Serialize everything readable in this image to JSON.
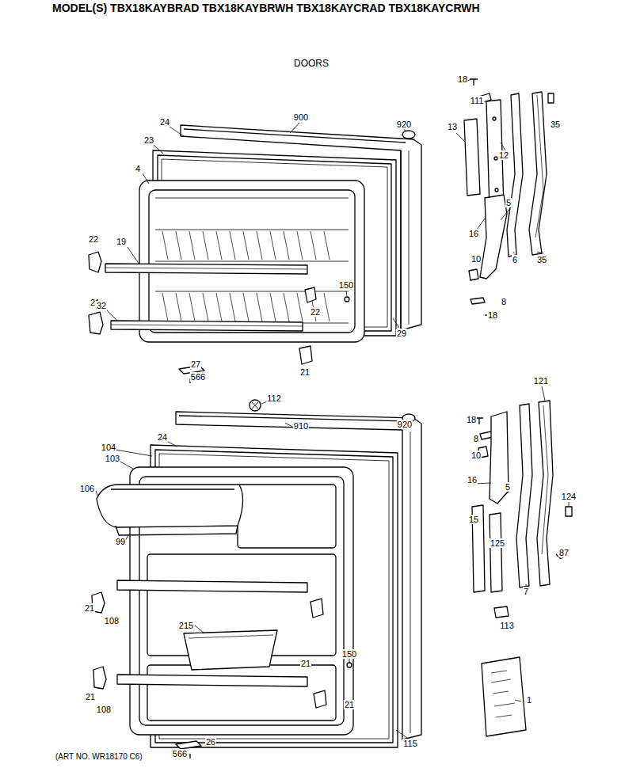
{
  "diagram": {
    "title": "MODEL(S) TBX18KAYBRAD TBX18KAYBRWH TBX18KAYCRAD TBX18KAYCRWH",
    "caption": "(ART NO. WR18170 C6)",
    "labels": [
      "DOORS",
      "900",
      "920",
      "24",
      "23",
      "4",
      "22",
      "19",
      "150",
      "22",
      "21",
      "32",
      "29",
      "27",
      "566",
      "21",
      "18",
      "111",
      "13",
      "12",
      "35",
      "5",
      "16",
      "6",
      "35",
      "10",
      "8",
      "18",
      "112",
      "910",
      "920",
      "18",
      "121",
      "8",
      "10",
      "24",
      "104",
      "103",
      "106",
      "99",
      "16",
      "5",
      "15",
      "124",
      "87",
      "125",
      "7",
      "113",
      "21",
      "108",
      "21",
      "215",
      "150",
      "21",
      "108",
      "21",
      "115",
      "1",
      "566",
      "26"
    ]
  }
}
